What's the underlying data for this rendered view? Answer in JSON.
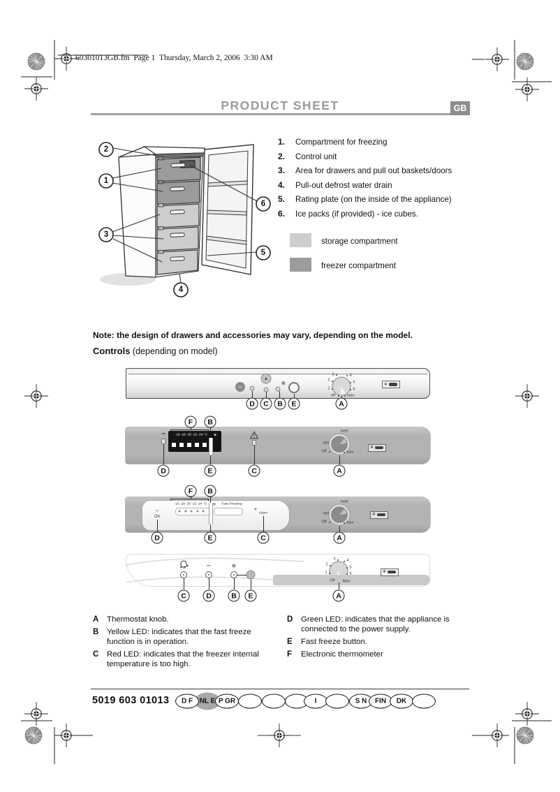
{
  "page": {
    "header": "60301013GB.fm  Page 1  Thursday, March 2, 2006  3:30 AM",
    "title": "PRODUCT SHEET",
    "language_badge": "GB"
  },
  "parts": [
    {
      "num": "1.",
      "text": "Compartment for freezing"
    },
    {
      "num": "2.",
      "text": "Control unit"
    },
    {
      "num": "3.",
      "text": "Area for drawers and pull out baskets/doors"
    },
    {
      "num": "4.",
      "text": "Pull-out defrost water drain"
    },
    {
      "num": "5.",
      "text": "Rating plate (on the inside of the appliance)"
    },
    {
      "num": "6.",
      "text": "Ice packs (if provided) - ice cubes."
    }
  ],
  "compartment_legend": {
    "storage": {
      "label": "storage compartment",
      "color": "#cdcdcd"
    },
    "freezer": {
      "label": "freezer compartment",
      "color": "#9c9c9c"
    }
  },
  "note": "Note: the design of drawers and accessories may vary, depending on the model.",
  "controls_heading": {
    "bold": "Controls",
    "rest": " (depending on model)"
  },
  "diagram": {
    "callouts": {
      "c1": "1",
      "c2": "2",
      "c3": "3",
      "c4": "4",
      "c5": "5",
      "c6": "6"
    }
  },
  "panel1": {
    "power": "~",
    "alarm_triangle": "▲",
    "snowflake": "❄",
    "knob": {
      "n1": "1",
      "n2": "2",
      "n3": "3",
      "n4": "4",
      "n5": "5",
      "n6": "6",
      "off": "off",
      "max": "max"
    },
    "callouts": {
      "d": "D",
      "c": "C",
      "b": "B",
      "e": "E",
      "a": "A"
    }
  },
  "panel2": {
    "power": "~",
    "scale": "-16 -18 -20 -22 -24 °C",
    "snowflake": "❄",
    "knob": {
      "med": "med",
      "min": "min",
      "off": "Off",
      "max": "max"
    },
    "callouts": {
      "f": "F",
      "b": "B",
      "d": "D",
      "e": "E",
      "c": "C",
      "a": "A"
    }
  },
  "panel3": {
    "power": "~",
    "power_on": "On",
    "scale": "-16 -18 -20 -22 -24 °C",
    "snowflake": "❄",
    "fast_freezing": "Fast Freezing",
    "alarm": "Alarm",
    "knob": {
      "med": "med",
      "min": "min",
      "off": "Off",
      "max": "max"
    },
    "callouts": {
      "f": "F",
      "b": "B",
      "d": "D",
      "e": "E",
      "c": "C",
      "a": "A"
    }
  },
  "panel4": {
    "power": "~",
    "snowflake": "❄",
    "knob": {
      "n1": "1",
      "n2": "2",
      "n3": "3",
      "n4": "4",
      "n5": "5",
      "n6": "6",
      "off": "Off",
      "max": "Max"
    },
    "callouts": {
      "c": "C",
      "d": "D",
      "b": "B",
      "e": "E",
      "a": "A"
    }
  },
  "key": [
    {
      "letter": "A",
      "text": "Thermostat knob."
    },
    {
      "letter": "B",
      "text": "Yellow LED: indicates that the fast freeze function is in operation."
    },
    {
      "letter": "C",
      "text": "Red LED: indicates that the freezer internal temperature is too high."
    },
    {
      "letter": "D",
      "text": "Green LED: indicates that the appliance is connected to the power supply."
    },
    {
      "letter": "E",
      "text": "Fast freeze button."
    },
    {
      "letter": "F",
      "text": "Electronic thermometer"
    }
  ],
  "footer": {
    "code": "5019 603 01013",
    "languages": [
      {
        "label": "D F",
        "filled": false
      },
      {
        "label": "NL E",
        "filled": true
      },
      {
        "label": "P GR",
        "filled": false
      },
      {
        "label": "",
        "filled": false
      },
      {
        "label": "",
        "filled": false
      },
      {
        "label": "",
        "filled": false
      },
      {
        "label": "I",
        "filled": false
      },
      {
        "label": "",
        "filled": false
      },
      {
        "label": "S N",
        "filled": false
      },
      {
        "label": "FIN",
        "filled": false
      },
      {
        "label": "DK",
        "filled": false
      },
      {
        "label": "",
        "filled": false
      }
    ]
  }
}
